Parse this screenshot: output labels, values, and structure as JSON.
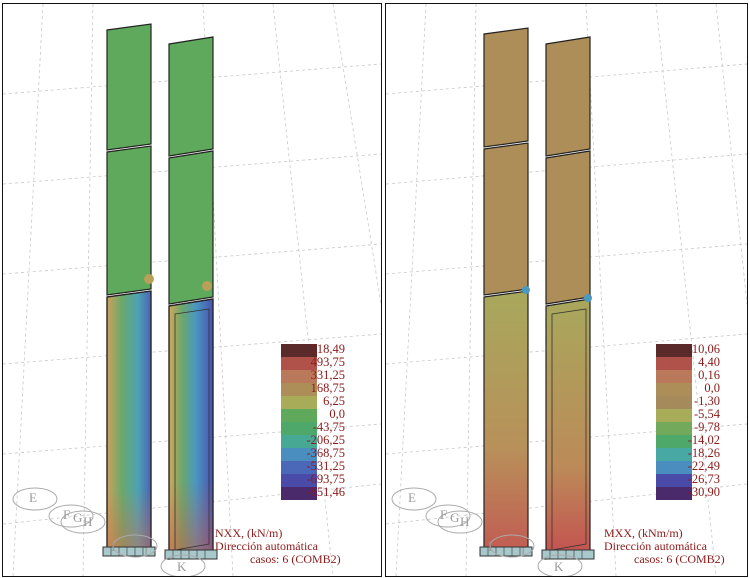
{
  "panels": [
    {
      "id": "nxx",
      "legend": [
        {
          "value": "718,49",
          "color": "#5a2a2a"
        },
        {
          "value": "493,75",
          "color": "#b0524a"
        },
        {
          "value": "331,25",
          "color": "#b9795a"
        },
        {
          "value": "168,75",
          "color": "#ad8d58"
        },
        {
          "value": "6,25",
          "color": "#a8ab58"
        },
        {
          "value": "0,0",
          "color": "#5ea95c"
        },
        {
          "value": "-43,75",
          "color": "#4da86a"
        },
        {
          "value": "-206,25",
          "color": "#47a894"
        },
        {
          "value": "-368,75",
          "color": "#4a8ec0"
        },
        {
          "value": "-531,25",
          "color": "#4b68b8"
        },
        {
          "value": "-693,75",
          "color": "#4a4aa8"
        },
        {
          "value": "-851,46",
          "color": "#4a2a6a"
        }
      ],
      "caption": {
        "line1": "NXX, (kN/m)",
        "line2": "Dirección automática",
        "line3": "casos: 6 (COMB2)"
      },
      "grid_labels": [
        "E",
        "F",
        "G",
        "H",
        "I",
        "J",
        "K"
      ]
    },
    {
      "id": "mxx",
      "legend": [
        {
          "value": "10,06",
          "color": "#5a2a2a"
        },
        {
          "value": "4,40",
          "color": "#b0524a"
        },
        {
          "value": "0,16",
          "color": "#b9795a"
        },
        {
          "value": "0,0",
          "color": "#ad8d58"
        },
        {
          "value": "-1,30",
          "color": "#a58a5c"
        },
        {
          "value": "-5,54",
          "color": "#a8ab58"
        },
        {
          "value": "-9,78",
          "color": "#72a95a"
        },
        {
          "value": "-14,02",
          "color": "#4da86a"
        },
        {
          "value": "-18,26",
          "color": "#47a8a4"
        },
        {
          "value": "-22,49",
          "color": "#4a8ec0"
        },
        {
          "value": "-26,73",
          "color": "#4a4aa8"
        },
        {
          "value": "-30,90",
          "color": "#4a2a6a"
        }
      ],
      "caption": {
        "line1": "MXX, (kNm/m)",
        "line2": "Dirección automática",
        "line3": "casos: 6 (COMB2)"
      },
      "grid_labels": [
        "E",
        "F",
        "G",
        "H",
        "I",
        "J",
        "K"
      ]
    }
  ]
}
